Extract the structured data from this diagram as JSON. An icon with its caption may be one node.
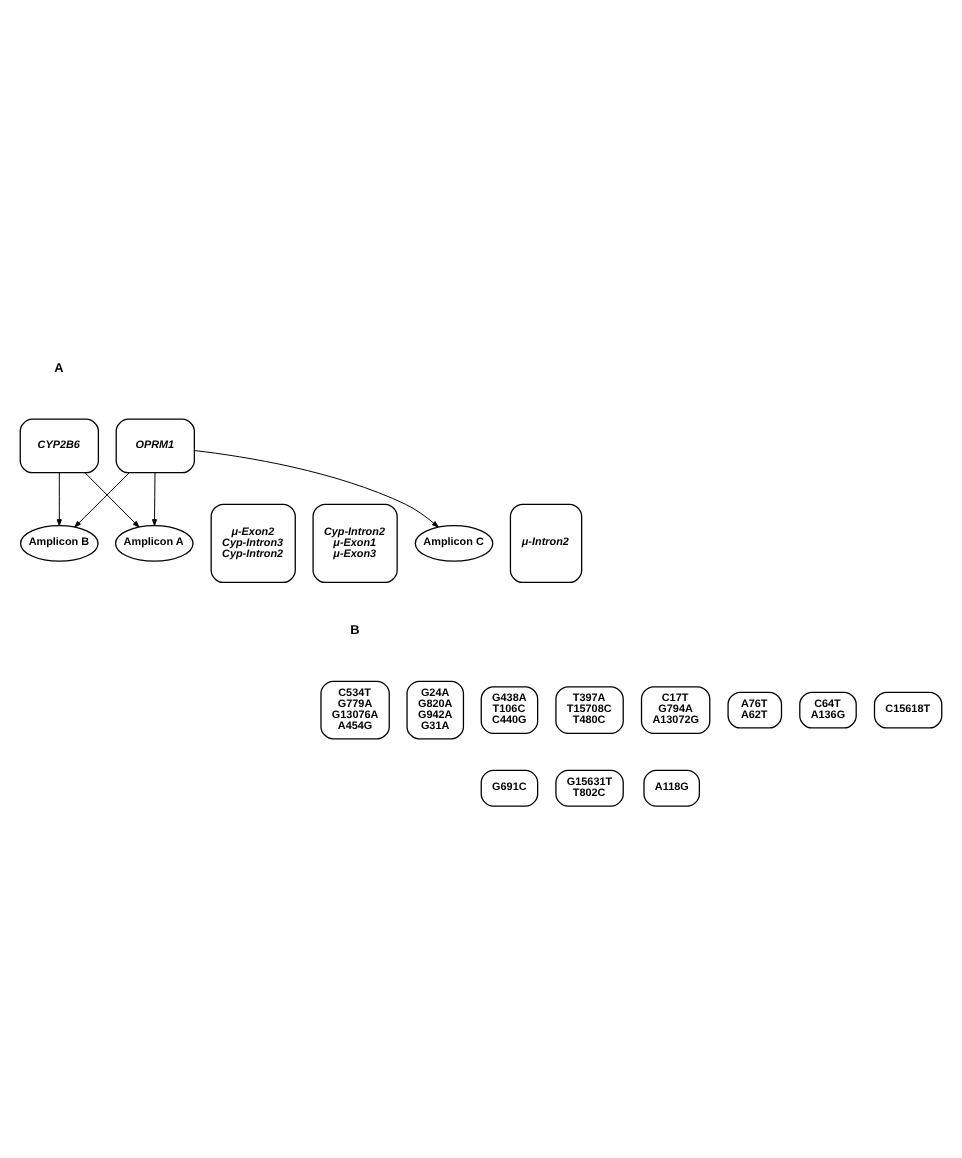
{
  "diagram": {
    "nodes": [
      {
        "text": [
          "CYP2B6"
        ]
      },
      {
        "text": [
          "OPRM1"
        ]
      },
      {
        "text": [
          "Amplicon A"
        ]
      },
      {
        "text": [
          "Amplicon B"
        ]
      },
      {
        "text": [
          "Amplicon C"
        ]
      },
      {
        "text": [
          "μ-Exon2",
          "Cyp-Intron3",
          "Cyp-Intron2"
        ]
      },
      {
        "text": [
          "Cyp-Intron2",
          "μ-Exon1",
          "μ-Exon3"
        ]
      },
      {
        "text": [
          "μ-Intron2"
        ]
      },
      {
        "text": [
          "C534T",
          "G779A",
          "G13076A",
          "A454G"
        ]
      },
      {
        "text": [
          "G24A",
          "G820A",
          "G942A",
          "G31A"
        ]
      },
      {
        "text": [
          "G438A",
          "T106C",
          "C440G"
        ]
      },
      {
        "text": [
          "T397A",
          "T15708C",
          "T480C"
        ]
      },
      {
        "text": [
          "C17T",
          "G794A",
          "A13072G"
        ]
      },
      {
        "text": [
          "A76T",
          "A62T"
        ]
      },
      {
        "text": [
          "C64T",
          "A136G"
        ]
      },
      {
        "text": [
          "C15618T"
        ]
      },
      {
        "text": [
          "G691C"
        ]
      },
      {
        "text": [
          "G15631T",
          "T802C"
        ]
      },
      {
        "text": [
          "A118G"
        ]
      }
    ],
    "edges": [
      {
        "from": 0,
        "to": 2,
        "arrow": "to"
      },
      {
        "from": 0,
        "to": 3,
        "arrow": "to"
      },
      {
        "from": 1,
        "to": 2,
        "arrow": "to"
      },
      {
        "from": 1,
        "to": 3,
        "arrow": "to"
      },
      {
        "from": 1,
        "to": 4,
        "arrow": "to"
      }
    ],
    "labels": [
      "A",
      "B"
    ]
  }
}
